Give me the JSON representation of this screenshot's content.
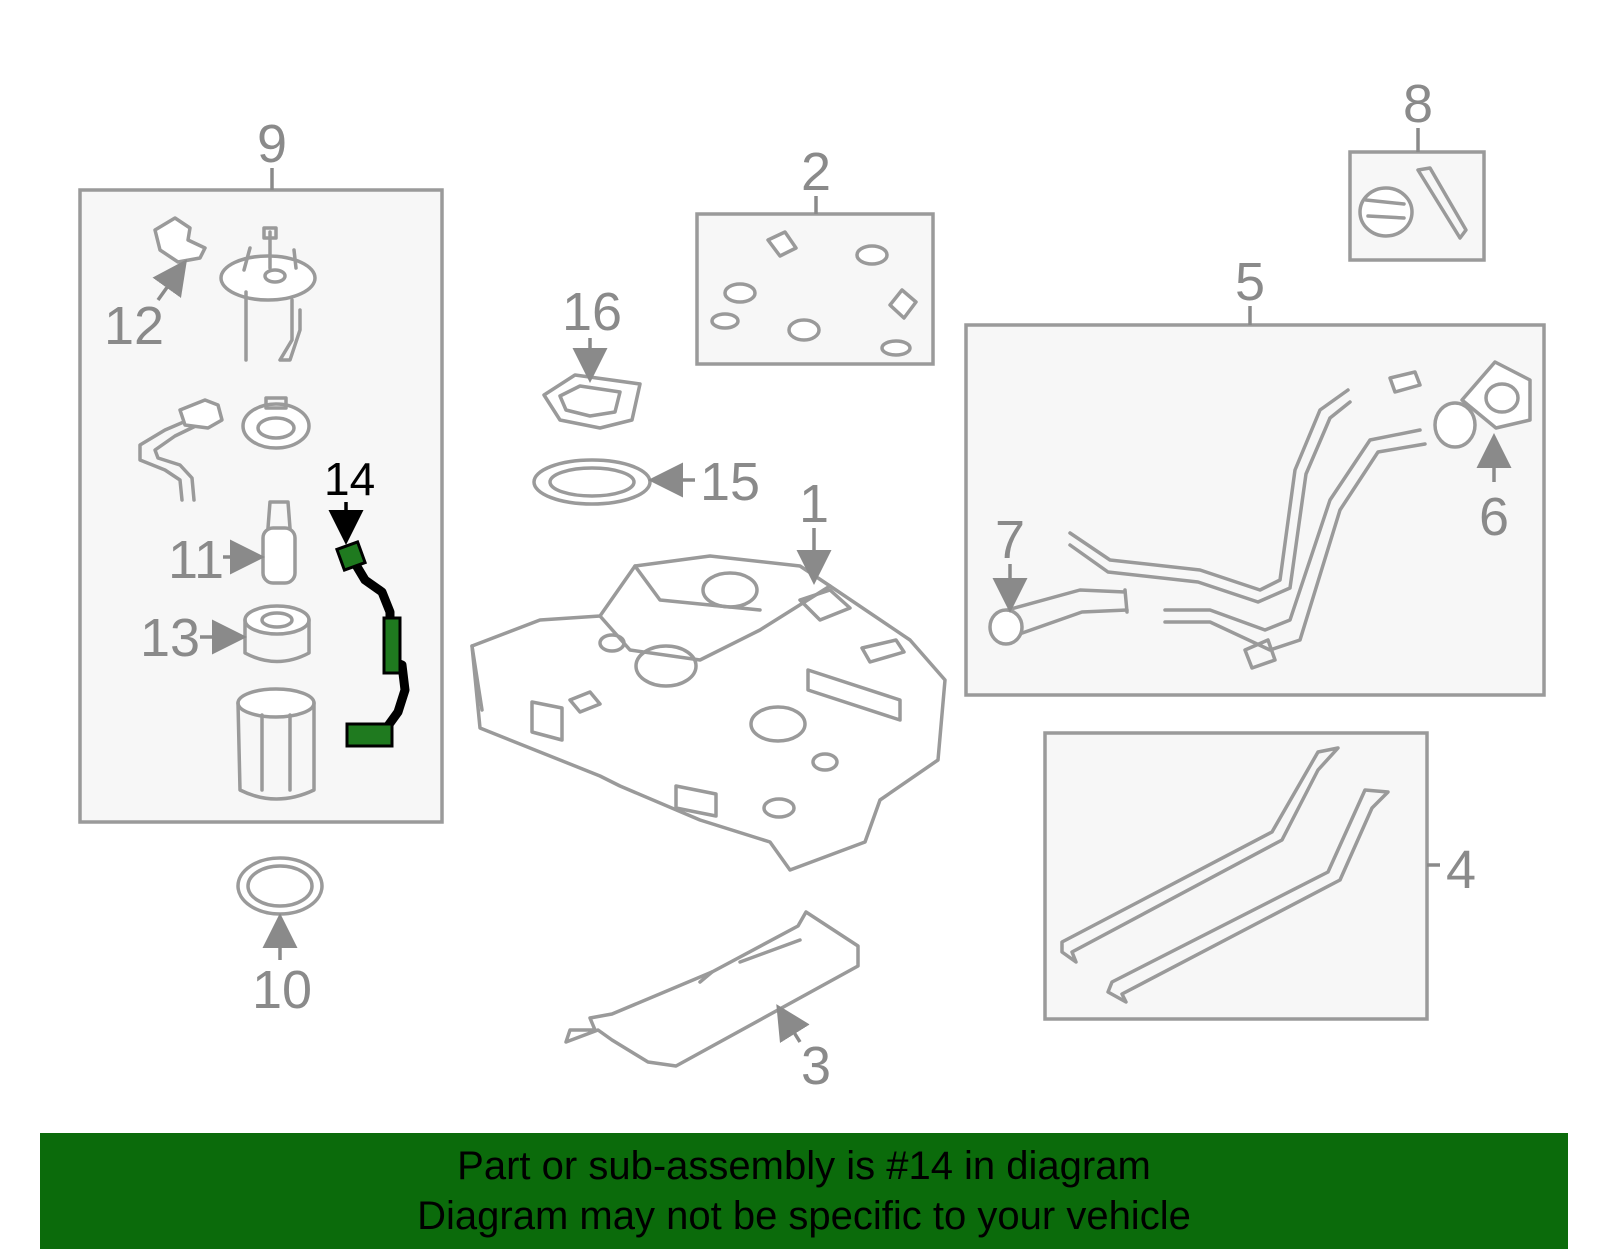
{
  "labels": {
    "p1": "1",
    "p2": "2",
    "p3": "3",
    "p4": "4",
    "p5": "5",
    "p6": "6",
    "p7": "7",
    "p8": "8",
    "p9": "9",
    "p10": "10",
    "p11": "11",
    "p12": "12",
    "p13": "13",
    "p14": "14",
    "p15": "15",
    "p16": "16"
  },
  "highlight_color": "#1f7a1f",
  "banner": {
    "line1": "Part or sub-assembly is #14 in diagram",
    "line2": "Diagram may not be specific to your vehicle"
  }
}
